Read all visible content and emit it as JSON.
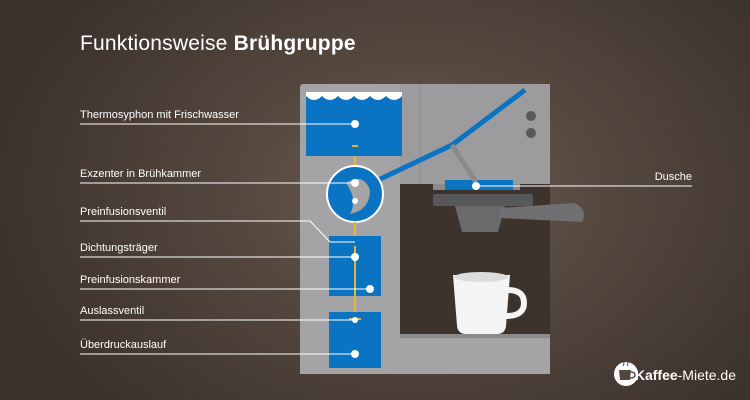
{
  "title": {
    "regular": "Funktionsweise ",
    "bold": "Brühgruppe"
  },
  "labels": {
    "thermosyphon": "Thermosyphon mit Frischwasser",
    "exzenter": "Exzenter in Brühkammer",
    "preinfusionsventil": "Preinfusionsventil",
    "dichtungstraeger": "Dichtungsträger",
    "preinfusionskammer": "Preinfusionskammer",
    "auslassventil": "Auslassventil",
    "ueberdruckauslauf": "Überdruckauslauf",
    "dusche": "Dusche"
  },
  "brand": {
    "name": "Kaffee",
    "suffix": "-Miete.de"
  },
  "colors": {
    "water_blue": "#0a74c2",
    "machine_gray": "#a4a4a6",
    "machine_dark": "#8a8a8c",
    "valve_yellow": "#e6b43c",
    "valve_red": "#d54a2f",
    "dark_gray": "#58585a",
    "cup_white": "#f4f4f4"
  }
}
